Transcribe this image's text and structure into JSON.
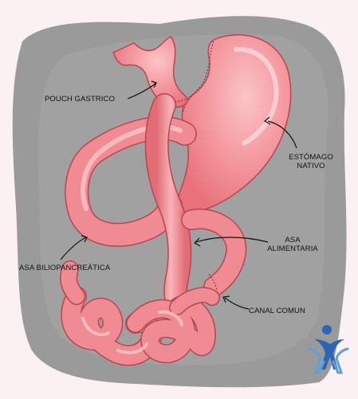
{
  "labels": {
    "pouch": "POUCH GASTRICO",
    "estomago_line1": "ESTÓMAGO",
    "estomago_line2": "NATIVO",
    "asa_line1": "ASA",
    "asa_line2": "ALIMENTARIA",
    "biliopancreatica": "ASA BILIOPANCREÁTICA",
    "canal": "CANAL COMUN"
  },
  "colors": {
    "background": "#fbf1f3",
    "shadow_gray": "#9a9a9a",
    "tissue_fill": "#f2868e",
    "tissue_highlight": "#fbc5c8",
    "tissue_outline": "#b9454f",
    "logo_blue": "#2d64b3"
  },
  "logo": {
    "icon": "human-figures-logo-icon"
  }
}
